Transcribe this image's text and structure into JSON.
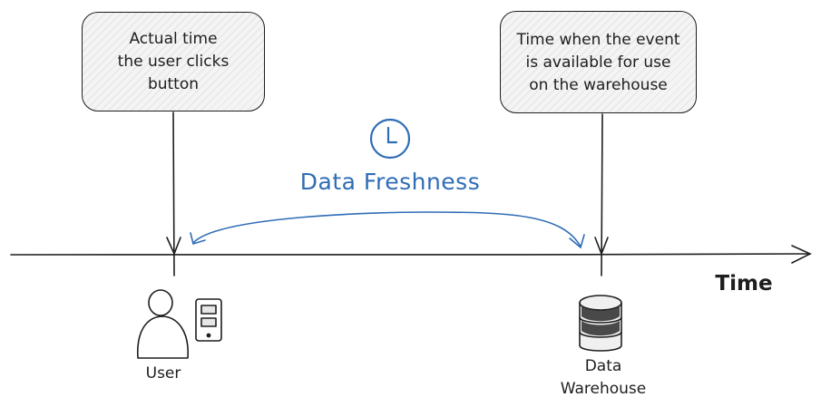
{
  "notes": {
    "left": "Actual time\nthe user clicks\nbutton",
    "right": "Time when the event\nis available for use\non the warehouse"
  },
  "labels": {
    "freshness": "Data Freshness",
    "time_axis": "Time",
    "user": "User",
    "warehouse": "Data\nWarehouse"
  },
  "icons": [
    "clock-icon",
    "user-icon",
    "phone-icon",
    "database-icon"
  ],
  "colors": {
    "ink": "#1e1e1e",
    "accent": "#2f6db5",
    "note_fill": "#f4f4f4"
  }
}
